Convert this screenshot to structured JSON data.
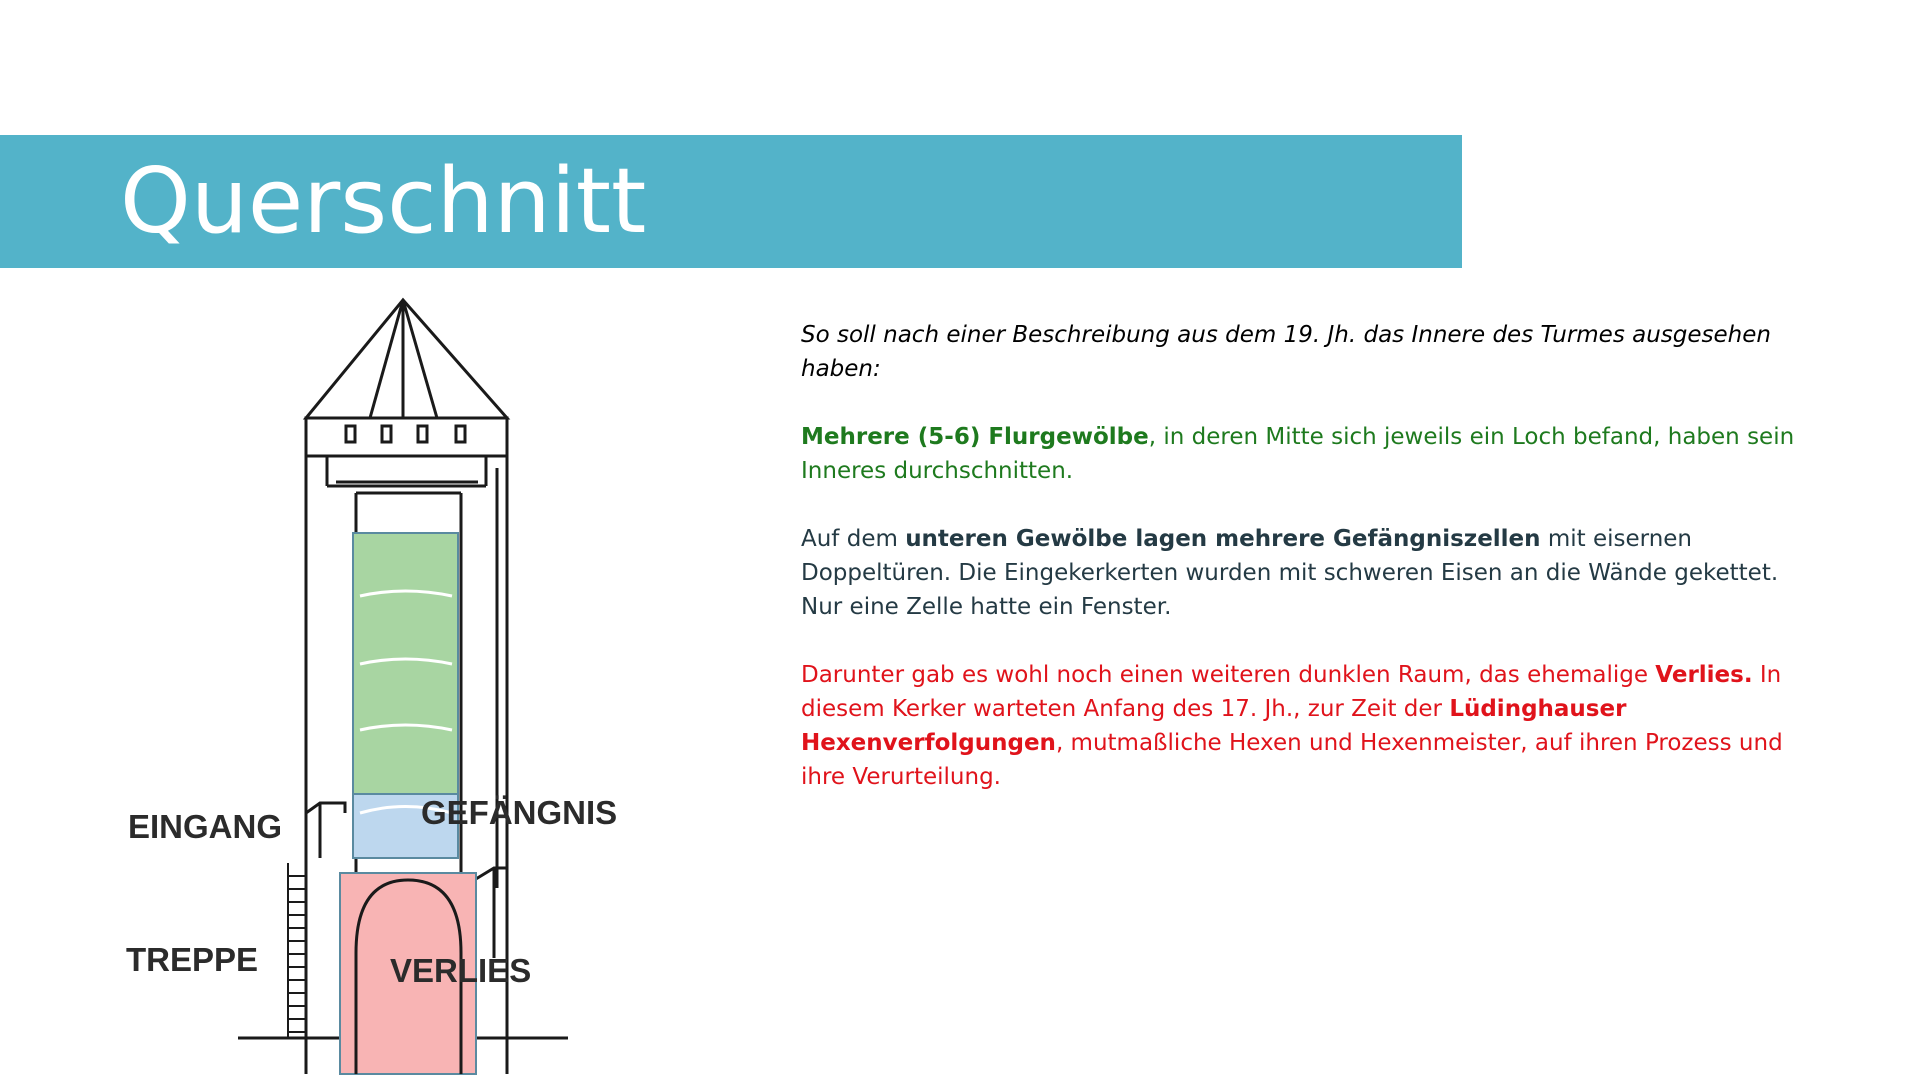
{
  "slide": {
    "title": "Querschnitt",
    "accent_color": "#53b3c9"
  },
  "diagram": {
    "labels": {
      "eingang": "EINGANG",
      "gefaengnis": "GEFÄNGNIS",
      "treppe": "TREPPE",
      "verlies": "VERLIES"
    },
    "colors": {
      "vaults": "#a8d5a2",
      "prison": "#bdd7ee",
      "dungeon": "#f8b4b4"
    }
  },
  "text": {
    "intro": "So soll nach einer Beschreibung aus dem 19. Jh. das Innere des Turmes ausgesehen haben:",
    "p1_bold": "Mehrere (5-6) Flurgewölbe",
    "p1_rest": ", in deren Mitte sich jeweils ein Loch befand, haben sein Inneres durchschnitten.",
    "p2_pre": "Auf dem ",
    "p2_bold": "unteren Gewölbe lagen mehrere Gefängniszellen",
    "p2_rest": " mit eisernen Doppeltüren. Die Eingekerkerten wurden mit schweren Eisen an die Wände gekettet. Nur eine Zelle hatte ein Fenster.",
    "p3_pre": "Darunter gab es wohl noch einen weiteren dunklen Raum, das ehemalige ",
    "p3_bold1": "Verlies.",
    "p3_mid": " In diesem Kerker warteten Anfang des 17. Jh., zur Zeit der ",
    "p3_bold2": "Lüdinghauser Hexenverfolgungen",
    "p3_rest": ", mutmaßliche Hexen und Hexenmeister, auf ihren Prozess und ihre Verurteilung."
  }
}
